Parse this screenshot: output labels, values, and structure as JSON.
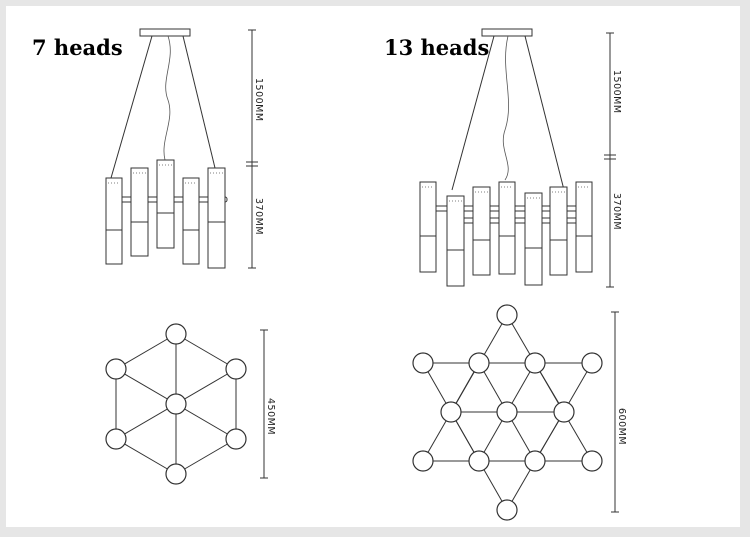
{
  "left": {
    "title": "7 heads",
    "dim_height_cable": "1500MM",
    "dim_height_tube": "370MM",
    "dim_width_top": "450MM"
  },
  "right": {
    "title": "13 heads",
    "dim_height_cable": "1500MM",
    "dim_height_tube": "370MM",
    "dim_width_top": "600MM"
  },
  "colors": {
    "line": "#333333",
    "frame": "#e6e6e6"
  }
}
